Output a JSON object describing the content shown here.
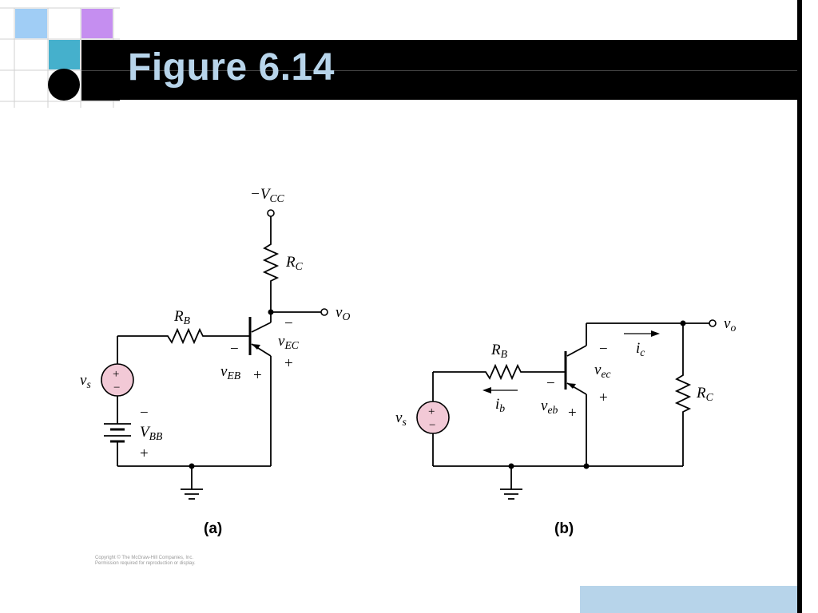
{
  "slide": {
    "title": "Figure 6.14",
    "copyright_line1": "Copyright © The McGraw-Hill Companies, Inc.",
    "copyright_line2": "Permission required for reproduction or display.",
    "colors": {
      "title_bar": "#000000",
      "title_text": "#b7d4ea",
      "deco_light_blue": "#a0cdf5",
      "deco_purple": "#c58ef0",
      "deco_teal": "#45b0cc",
      "source_fill": "#f2c9d6",
      "bottom_box": "#b7d4ea"
    }
  },
  "circuit_a": {
    "caption": "(a)",
    "vcc_label": "−V",
    "vcc_sub": "CC",
    "rc_label": "R",
    "rc_sub": "C",
    "rb_label": "R",
    "rb_sub": "B",
    "vo_label": "v",
    "vo_sub": "O",
    "vec_label": "v",
    "vec_sub": "EC",
    "vec_minus": "−",
    "vec_plus": "+",
    "veb_label": "v",
    "veb_sub": "EB",
    "veb_minus": "−",
    "veb_plus": "+",
    "vs_label": "v",
    "vs_sub": "s",
    "vs_plus": "+",
    "vs_minus": "−",
    "vbb_label": "V",
    "vbb_sub": "BB",
    "vbb_minus": "−",
    "vbb_plus": "+"
  },
  "circuit_b": {
    "caption": "(b)",
    "rb_label": "R",
    "rb_sub": "B",
    "rc_label": "R",
    "rc_sub": "C",
    "vo_label": "v",
    "vo_sub": "o",
    "ic_label": "i",
    "ic_sub": "c",
    "ib_label": "i",
    "ib_sub": "b",
    "vec_label": "v",
    "vec_sub": "ec",
    "vec_minus": "−",
    "vec_plus": "+",
    "veb_label": "v",
    "veb_sub": "eb",
    "veb_minus": "−",
    "veb_plus": "+",
    "vs_label": "v",
    "vs_sub": "s",
    "vs_plus": "+",
    "vs_minus": "−"
  }
}
